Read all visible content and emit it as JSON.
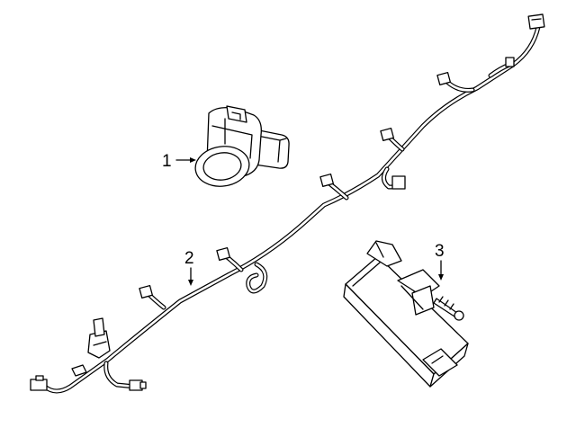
{
  "diagram": {
    "callouts": [
      {
        "id": "1",
        "label": "1",
        "part": "parking-aid-sensor"
      },
      {
        "id": "2",
        "label": "2",
        "part": "wiring-harness"
      },
      {
        "id": "3",
        "label": "3",
        "part": "control-module"
      }
    ]
  }
}
